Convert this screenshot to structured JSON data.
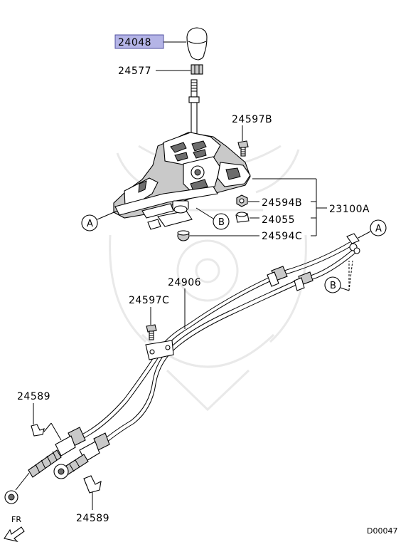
{
  "diagram_code": "D00047",
  "front_marker": "FR",
  "callouts": [
    {
      "id": "A",
      "label": "A"
    },
    {
      "id": "B",
      "label": "B"
    },
    {
      "id": "A2",
      "label": "A"
    },
    {
      "id": "B2",
      "label": "B"
    }
  ],
  "parts": {
    "knob": "24048",
    "knob_nut": "24577",
    "bolt_top": "24597B",
    "nut_b": "24594B",
    "bushing": "24055",
    "cap_c": "24594C",
    "assembly": "23100A",
    "cable": "24906",
    "bolt_cable": "24597C",
    "clip_upper": "24589",
    "clip_lower": "24589"
  },
  "highlighted_part": "24048",
  "colors": {
    "highlight_fill": "#b4b4e6",
    "highlight_border": "#5050a0",
    "watermark": "#e9e9e9"
  }
}
